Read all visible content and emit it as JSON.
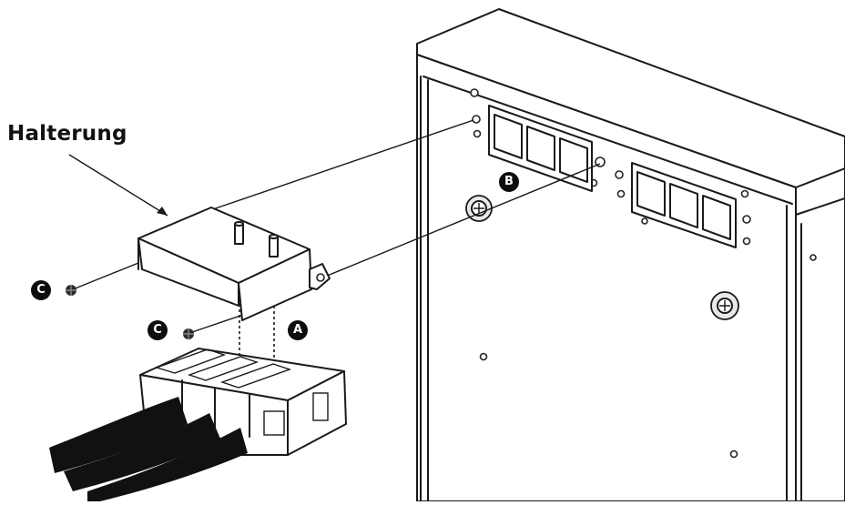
{
  "diagram": {
    "label_bracket": "Halterung",
    "badges": {
      "a": "A",
      "b": "B",
      "c_left": "C",
      "c_lower": "C"
    }
  }
}
